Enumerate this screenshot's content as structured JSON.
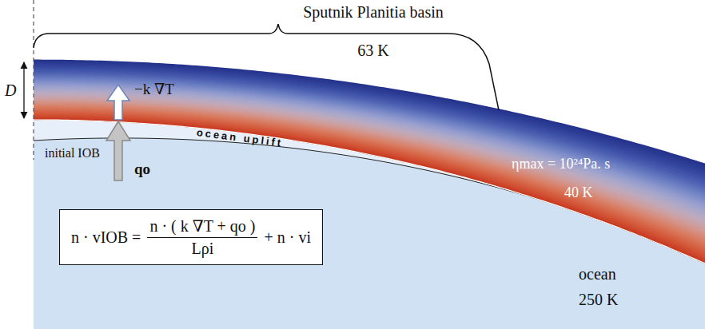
{
  "diagram": {
    "nodes": [
      {
        "text": [
          "n · vIOB =",
          "n · ( k ∇T + qo )",
          "Lρi",
          "+ n · vi"
        ]
      }
    ],
    "labels": [
      "Sputnik Planitia basin",
      "63 K",
      "D",
      "−k ∇T",
      "initial IOB",
      "qo",
      "ocean uplift",
      "ηmax = 10²⁴Pa. s",
      "40 K",
      "ocean",
      "250 K"
    ]
  }
}
